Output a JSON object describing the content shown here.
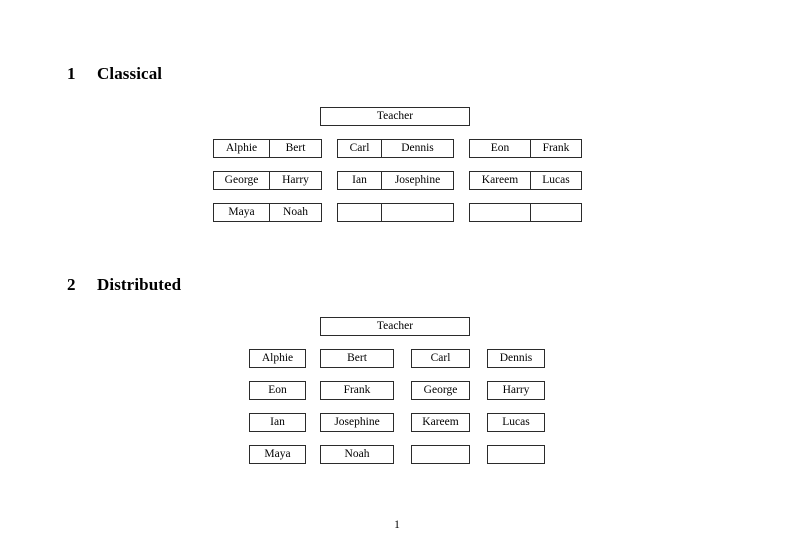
{
  "page": {
    "number": "1"
  },
  "sections": [
    {
      "number": "1",
      "title": "Classical",
      "teacher_label": "Teacher",
      "layout": "grouped-pairs",
      "groups": [
        {
          "name": "group-a",
          "rows": [
            [
              "Alphie",
              "Bert"
            ],
            [
              "George",
              "Harry"
            ],
            [
              "Maya",
              "Noah"
            ]
          ]
        },
        {
          "name": "group-b",
          "rows": [
            [
              "Carl",
              "Dennis"
            ],
            [
              "Ian",
              "Josephine"
            ],
            [
              "",
              ""
            ]
          ]
        },
        {
          "name": "group-c",
          "rows": [
            [
              "Eon",
              "Frank"
            ],
            [
              "Kareem",
              "Lucas"
            ],
            [
              "",
              ""
            ]
          ]
        }
      ]
    },
    {
      "number": "2",
      "title": "Distributed",
      "teacher_label": "Teacher",
      "layout": "independent-cells",
      "rows": [
        [
          "Alphie",
          "Bert",
          "Carl",
          "Dennis"
        ],
        [
          "Eon",
          "Frank",
          "George",
          "Harry"
        ],
        [
          "Ian",
          "Josephine",
          "Kareem",
          "Lucas"
        ],
        [
          "Maya",
          "Noah",
          "",
          ""
        ]
      ]
    }
  ],
  "colors": {
    "page_background": "#ffffff",
    "text": "#000000",
    "box_border": "#2b2b2b"
  }
}
